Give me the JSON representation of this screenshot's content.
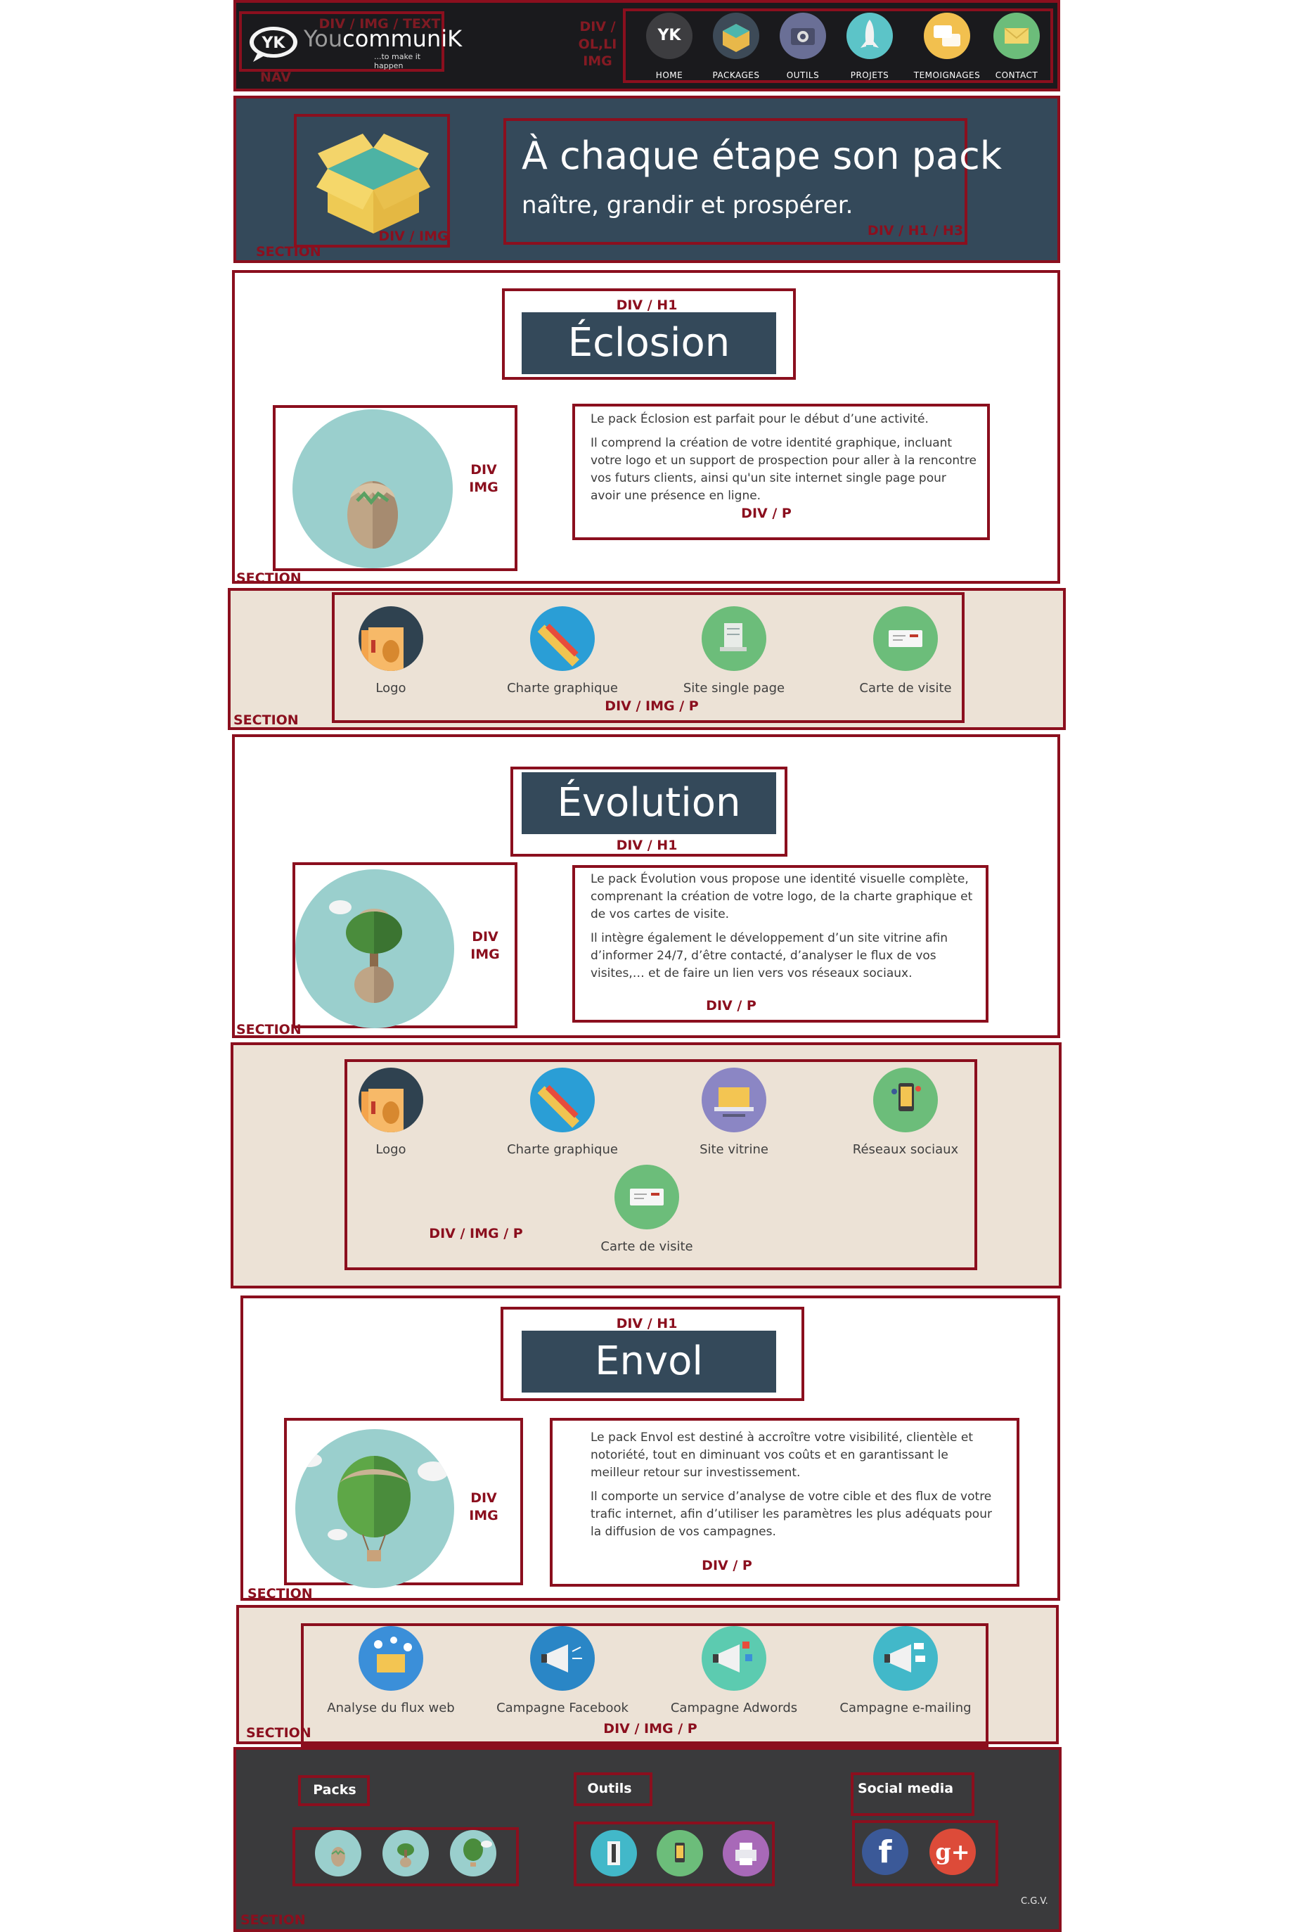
{
  "annotations": {
    "div_img_text": "DIV / IMG / TEXT",
    "nav": "NAV",
    "div_ol_li_img": "DIV /\nOL,LI\nIMG",
    "div_img": "DIV / IMG",
    "div_h1_h3": "DIV / H1 / H3",
    "section": "SECTION",
    "div_h1": "DIV / H1",
    "div_img_vert": "DIV\nIMG",
    "div_p": "DIV / P",
    "div_img_p": "DIV / IMG / P"
  },
  "header": {
    "logo_text_you": "You",
    "logo_text_commun": "commun",
    "logo_text_i": "i",
    "logo_text_k": "K",
    "logo_tagline": "...to make it happen",
    "logo_mark": "YK",
    "nav_items": [
      {
        "label": "HOME",
        "icon": "home-logo-icon"
      },
      {
        "label": "PACKAGES",
        "icon": "package-icon"
      },
      {
        "label": "OUTILS",
        "icon": "camera-icon"
      },
      {
        "label": "PROJETS",
        "icon": "rocket-icon"
      },
      {
        "label": "TEMOIGNAGES",
        "icon": "chat-bubbles-icon"
      },
      {
        "label": "CONTACT",
        "icon": "envelope-icon"
      }
    ]
  },
  "hero": {
    "title": "À chaque étape son pack",
    "subtitle": "naître, grandir et prospérer."
  },
  "eclosion": {
    "title": "Éclosion",
    "paragraphs": [
      "Le pack Éclosion est parfait pour le début d’une activité.",
      "Il comprend la création de votre identité graphique, incluant votre logo et un support de prospection pour aller à la rencontre vos futurs clients, ainsi qu'un site internet single page pour avoir une présence en ligne."
    ],
    "items": [
      {
        "label": "Logo",
        "icon": "logo-book-icon"
      },
      {
        "label": "Charte graphique",
        "icon": "pencil-ruler-icon"
      },
      {
        "label": "Site single page",
        "icon": "document-icon"
      },
      {
        "label": "Carte de visite",
        "icon": "business-card-icon"
      }
    ]
  },
  "evolution": {
    "title": "Évolution",
    "paragraphs": [
      "Le pack Évolution vous propose une identité visuelle complète, comprenant la création de votre logo, de la charte graphique et de vos cartes de visite.",
      "Il intègre également le développement d’un site vitrine afin d’informer 24/7, d’être contacté, d’analyser le flux de vos visites,… et de faire un lien vers vos réseaux sociaux."
    ],
    "items": [
      {
        "label": "Logo",
        "icon": "logo-book-icon"
      },
      {
        "label": "Charte graphique",
        "icon": "pencil-ruler-icon"
      },
      {
        "label": "Site vitrine",
        "icon": "laptop-icon"
      },
      {
        "label": "Réseaux sociaux",
        "icon": "smartphone-icon"
      },
      {
        "label": "Carte de visite",
        "icon": "business-card-icon"
      }
    ]
  },
  "envol": {
    "title": "Envol",
    "paragraphs": [
      "Le pack Envol est destiné à accroître votre visibilité, clientèle et notoriété, tout en diminuant vos coûts et en garantissant le meilleur retour sur investissement.",
      "Il comporte un service d’analyse de votre cible et des flux de votre trafic internet, afin d’utiliser les paramètres les plus adéquats pour la diffusion de vos campagnes."
    ],
    "items": [
      {
        "label": "Analyse du flux web",
        "icon": "analytics-icon"
      },
      {
        "label": "Campagne Facebook",
        "icon": "megaphone-icon"
      },
      {
        "label": "Campagne Adwords",
        "icon": "megaphone-icon"
      },
      {
        "label": "Campagne e-mailing",
        "icon": "megaphone-icon"
      }
    ]
  },
  "footer": {
    "packs_title": "Packs",
    "outils_title": "Outils",
    "social_title": "Social media",
    "facebook_glyph": "f",
    "google_glyph": "g+",
    "cgv": "C.G.V."
  },
  "colors": {
    "annotation": "#8b0f1e",
    "hero_bg": "#34495a",
    "beige_bg": "#ece2d6",
    "teal_circle": "#9acfcd",
    "footer_bg": "#3a3a3c"
  }
}
